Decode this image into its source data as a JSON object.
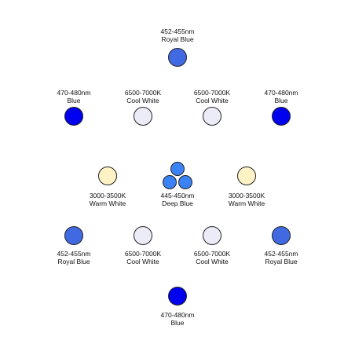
{
  "colors": {
    "royal_blue": "#4169e1",
    "blue": "#0000ee",
    "cool_white": "#ececf8",
    "warm_white": "#fff3c6",
    "deep_blue": "#3b82f6"
  },
  "leds": [
    {
      "id": "top-royal-blue",
      "wavelength": "452-455nm",
      "name": "Royal Blue",
      "color": "royal_blue"
    },
    {
      "id": "row2-left-blue",
      "wavelength": "470-480nm",
      "name": "Blue",
      "color": "blue"
    },
    {
      "id": "row2-cool-white-1",
      "wavelength": "6500-7000K",
      "name": "Cool White",
      "color": "cool_white"
    },
    {
      "id": "row2-cool-white-2",
      "wavelength": "6500-7000K",
      "name": "Cool White",
      "color": "cool_white"
    },
    {
      "id": "row2-right-blue",
      "wavelength": "470-480nm",
      "name": "Blue",
      "color": "blue"
    },
    {
      "id": "mid-left-warm-white",
      "wavelength": "3000-3500K",
      "name": "Warm White",
      "color": "warm_white"
    },
    {
      "id": "center-deep-blue",
      "wavelength": "445-450nm",
      "name": "Deep Blue",
      "color": "deep_blue"
    },
    {
      "id": "mid-right-warm-white",
      "wavelength": "3000-3500K",
      "name": "Warm White",
      "color": "warm_white"
    },
    {
      "id": "row4-left-royal-blue",
      "wavelength": "452-455nm",
      "name": "Royal Blue",
      "color": "royal_blue"
    },
    {
      "id": "row4-cool-white-1",
      "wavelength": "6500-7000K",
      "name": "Cool White",
      "color": "cool_white"
    },
    {
      "id": "row4-cool-white-2",
      "wavelength": "6500-7000K",
      "name": "Cool White",
      "color": "cool_white"
    },
    {
      "id": "row4-right-royal-blue",
      "wavelength": "452-455nm",
      "name": "Royal Blue",
      "color": "royal_blue"
    },
    {
      "id": "bottom-blue",
      "wavelength": "470-480nm",
      "name": "Blue",
      "color": "blue"
    }
  ]
}
